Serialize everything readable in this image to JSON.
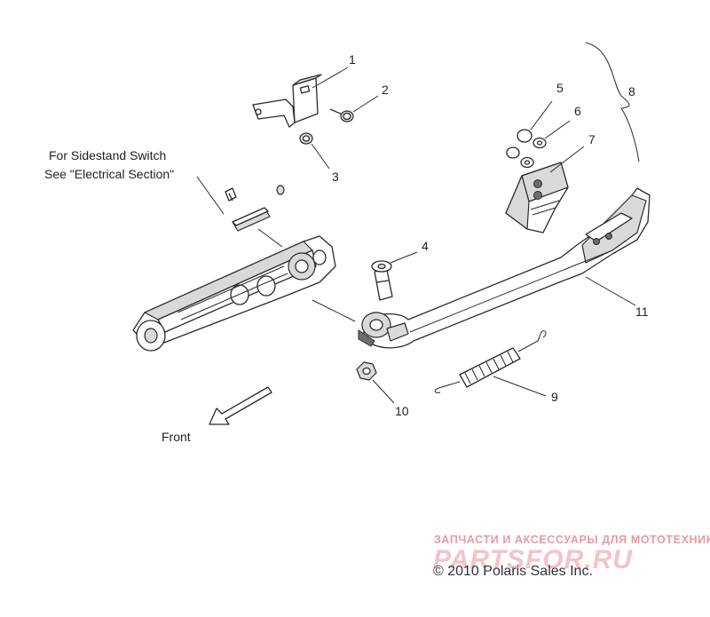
{
  "callouts": [
    "1",
    "2",
    "3",
    "4",
    "5",
    "6",
    "7",
    "8",
    "9",
    "10",
    "11"
  ],
  "note_line1": "For Sidestand Switch",
  "note_line2": "See \"Electrical Section\"",
  "front_label": "Front",
  "watermark_tagline": "ЗАПЧАСТИ И АКСЕССУАРЫ ДЛЯ МОТОТЕХНИКИ",
  "watermark_brand": "PARTSFOR.RU",
  "copyright": "© 2010 Polaris Sales Inc."
}
